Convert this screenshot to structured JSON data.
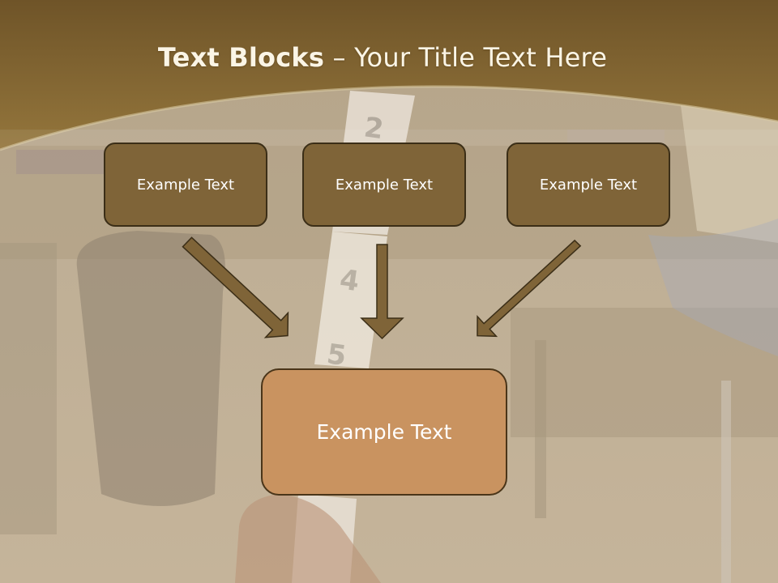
{
  "slide": {
    "title_bold": "Text Blocks",
    "title_sep": " – ",
    "title_rest": "Your Title Text Here",
    "blocks": [
      {
        "label": "Example Text"
      },
      {
        "label": "Example Text"
      },
      {
        "label": "Example Text"
      }
    ],
    "target": {
      "label": "Example Text"
    }
  },
  "colors": {
    "header": "#8a6c35",
    "box_fill": "#7f6438",
    "box_border": "#3b2e17",
    "target_fill": "#c99360",
    "arrow": "#7f6438"
  }
}
